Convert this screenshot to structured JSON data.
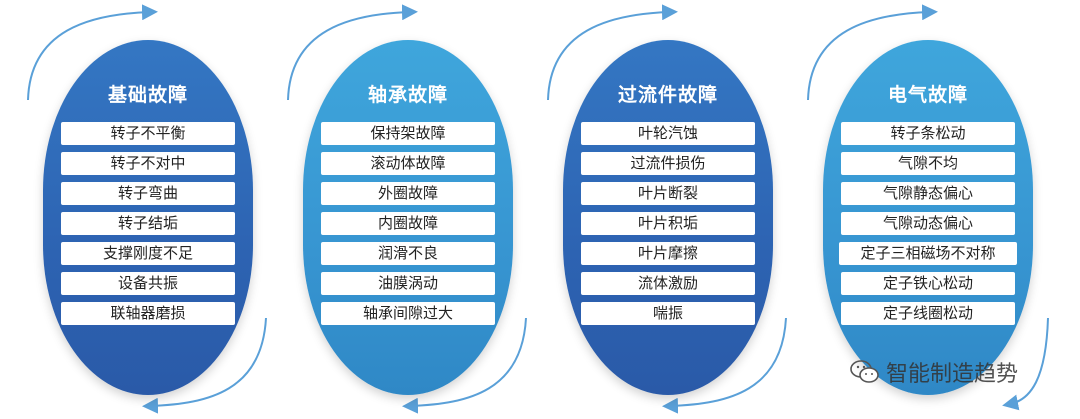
{
  "colors": {
    "dark_blue": "#2d63b2",
    "light_blue": "#3795d1",
    "arc": "#5aa0d8"
  },
  "columns": [
    {
      "title": "基础故障",
      "items": [
        "转子不平衡",
        "转子不对中",
        "转子弯曲",
        "转子结垢",
        "支撑刚度不足",
        "设备共振",
        "联轴器磨损"
      ]
    },
    {
      "title": "轴承故障",
      "items": [
        "保持架故障",
        "滚动体故障",
        "外圈故障",
        "内圈故障",
        "润滑不良",
        "油膜涡动",
        "轴承间隙过大"
      ]
    },
    {
      "title": "过流件故障",
      "items": [
        "叶轮汽蚀",
        "过流件损伤",
        "叶片断裂",
        "叶片积垢",
        "叶片摩擦",
        "流体激励",
        "喘振"
      ]
    },
    {
      "title": "电气故障",
      "items": [
        "转子条松动",
        "气隙不均",
        "气隙静态偏心",
        "气隙动态偏心",
        "定子三相磁场不对称",
        "定子铁心松动",
        "定子线圈松动"
      ]
    }
  ],
  "watermark": {
    "icon": "wechat-icon",
    "text": "智能制造趋势"
  }
}
